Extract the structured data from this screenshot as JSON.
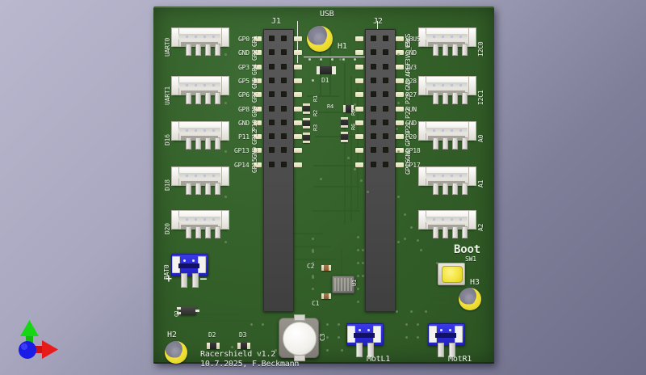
{
  "viewer": {
    "name": "pcb-3d-viewer",
    "background_color": "#7d7c97",
    "axis_gizmo": {
      "x_axis_color": "#e01b1b",
      "y_axis_color": "#16c216",
      "z_axis_color": "#1b1be0",
      "name": "axis-orientation-gizmo"
    }
  },
  "board": {
    "name": "Racershield",
    "soldermask_color": "#356128",
    "silkscreen_color": "#eef3ea",
    "title_text_line1": "Racershield v1.2",
    "title_text_line2": "10.7.2025, F.Beckmann"
  },
  "left_connectors": [
    {
      "ref": "UART0",
      "type": "jst-4pin"
    },
    {
      "ref": "UART1",
      "type": "jst-4pin"
    },
    {
      "ref": "D16",
      "type": "jst-4pin"
    },
    {
      "ref": "D18",
      "type": "jst-4pin"
    },
    {
      "ref": "D20",
      "type": "jst-4pin"
    }
  ],
  "right_connectors": [
    {
      "ref": "I2C0",
      "type": "jst-4pin"
    },
    {
      "ref": "I2C1",
      "type": "jst-4pin"
    },
    {
      "ref": "A0",
      "type": "jst-4pin"
    },
    {
      "ref": "A1",
      "type": "jst-4pin"
    },
    {
      "ref": "A2",
      "type": "jst-4pin"
    }
  ],
  "headers": {
    "j1": {
      "ref": "J1",
      "pins": [
        "GP0",
        "GP1",
        "GND",
        "GP2",
        "GP3",
        "GP4",
        "GP5",
        "GND",
        "GP6",
        "GP7",
        "GP8",
        "GP9",
        "GND",
        "P10",
        "P11",
        "GP12",
        "GP13",
        "GND",
        "GP14",
        "GP15"
      ]
    },
    "j2": {
      "ref": "J2",
      "pins": [
        "VBUS",
        "VSYS",
        "GND",
        "3V3_EN",
        "3V3",
        "AREF",
        "P28",
        "GND",
        "P27",
        "P26",
        "RUN",
        "P22",
        "GND",
        "P21",
        "P20",
        "GP19",
        "GP18",
        "GND",
        "GP17",
        "GP16"
      ]
    }
  },
  "terminal_blocks": [
    {
      "ref": "BAT0",
      "color": "#2b2bd8",
      "marks": [
        "+",
        "—"
      ]
    },
    {
      "ref": "MotL1",
      "color": "#2b2bd8",
      "marks": []
    },
    {
      "ref": "MotR1",
      "color": "#2b2bd8",
      "marks": []
    }
  ],
  "mounting_holes": [
    {
      "ref": "H1",
      "plating": "#ecd92b"
    },
    {
      "ref": "H2",
      "plating": "#ecd92b"
    },
    {
      "ref": "H3",
      "plating": "#ecd92b"
    }
  ],
  "components": [
    {
      "ref": "USB",
      "kind": "silk-outline-label"
    },
    {
      "ref": "D1",
      "kind": "diode"
    },
    {
      "ref": "D2",
      "kind": "led"
    },
    {
      "ref": "D3",
      "kind": "led"
    },
    {
      "ref": "R1",
      "kind": "resistor"
    },
    {
      "ref": "R2",
      "kind": "resistor"
    },
    {
      "ref": "R3",
      "kind": "resistor"
    },
    {
      "ref": "R4",
      "kind": "resistor"
    },
    {
      "ref": "R5",
      "kind": "resistor"
    },
    {
      "ref": "R6",
      "kind": "resistor"
    },
    {
      "ref": "C1",
      "kind": "capacitor"
    },
    {
      "ref": "C2",
      "kind": "capacitor"
    },
    {
      "ref": "C3",
      "kind": "can-capacitor"
    },
    {
      "ref": "U1",
      "kind": "ic-qfn"
    },
    {
      "ref": "Q1",
      "kind": "transistor-sot23"
    },
    {
      "ref": "SW1",
      "kind": "tact-switch",
      "label": "Boot"
    }
  ]
}
